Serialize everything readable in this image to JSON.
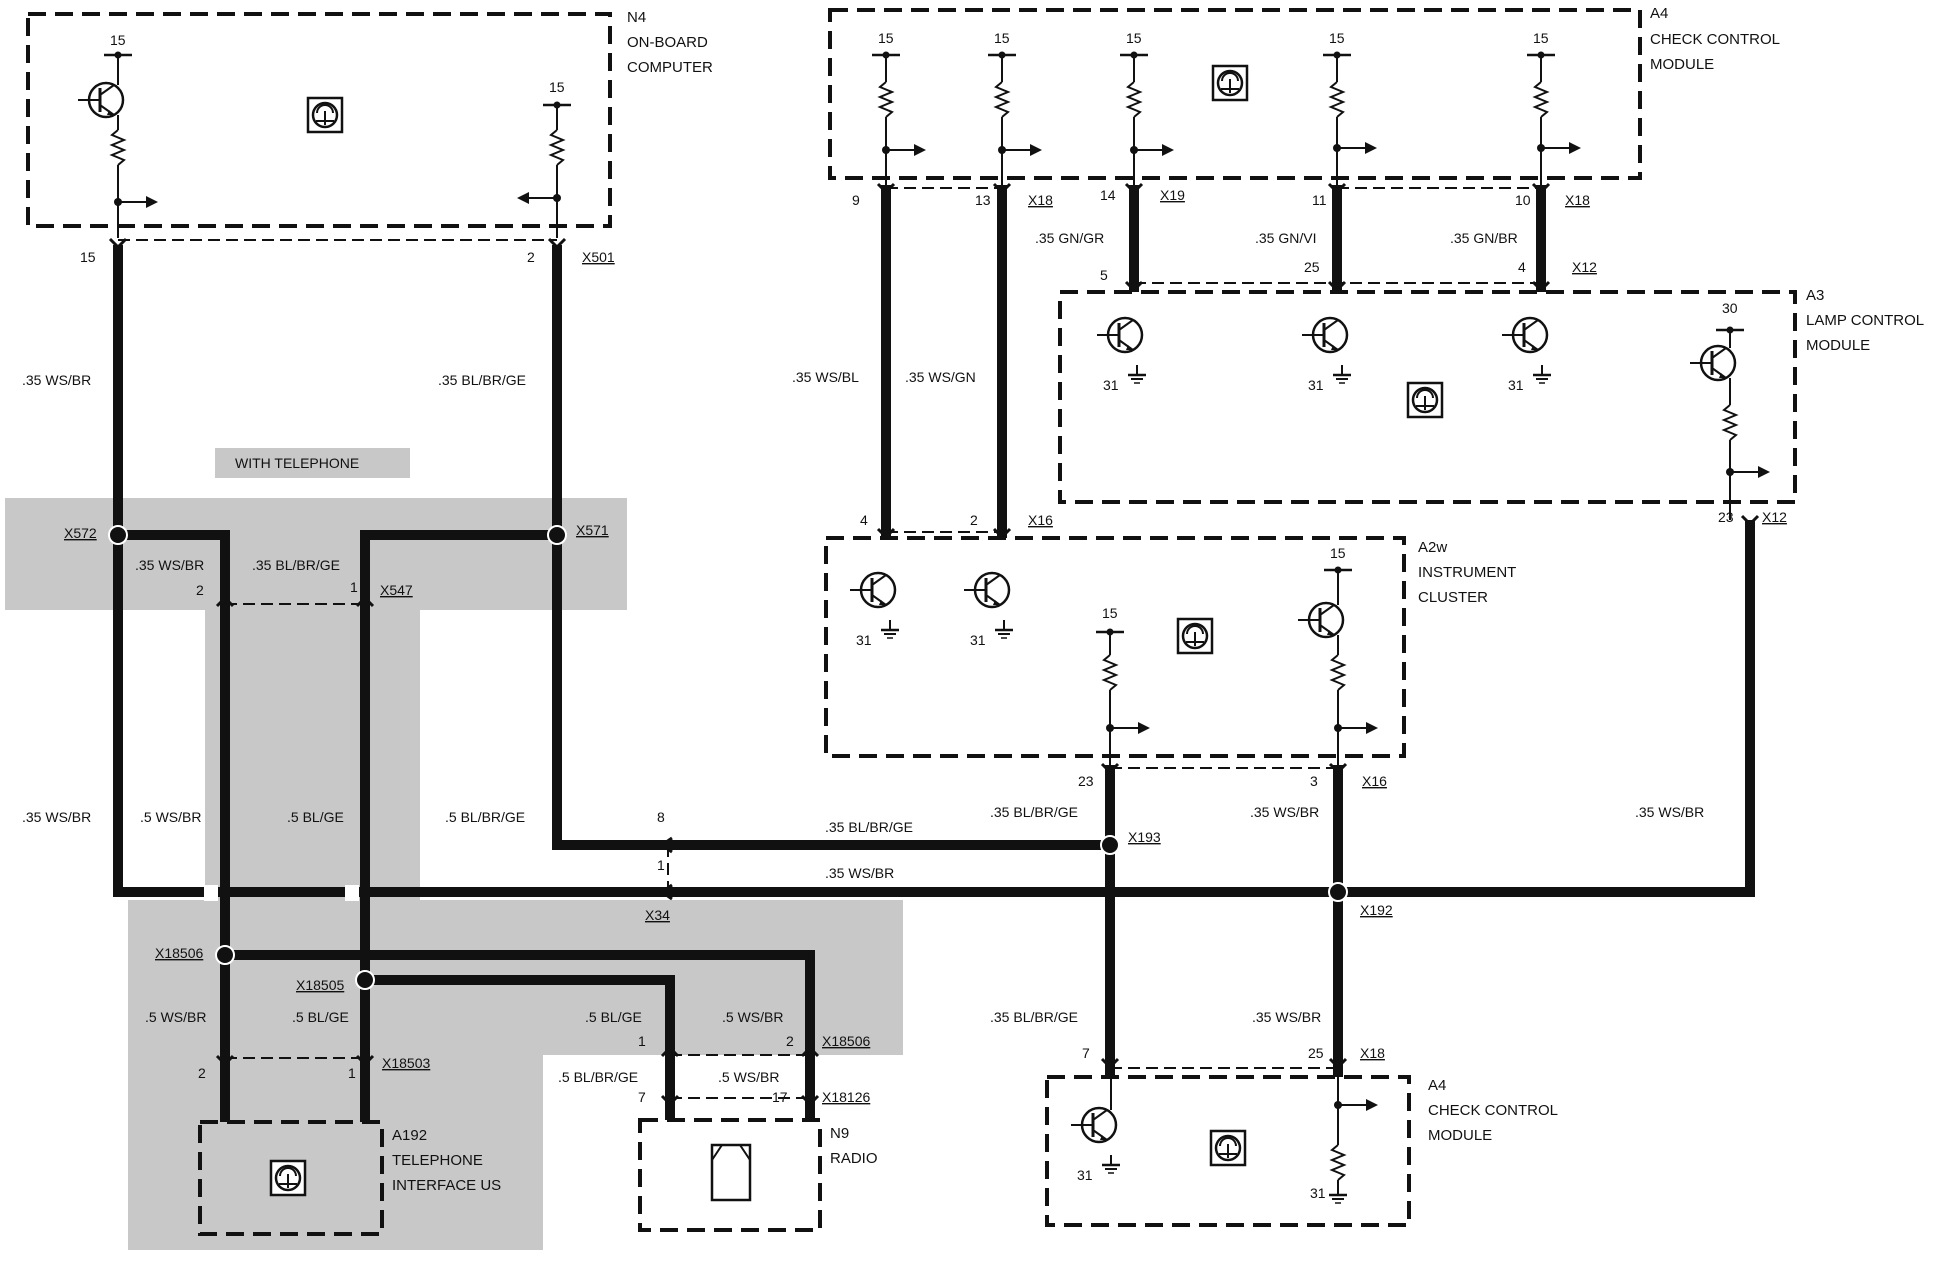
{
  "shade_color": "#c8c8c8",
  "option_label": "WITH TELEPHONE",
  "modules": {
    "n4": {
      "ref": "N4",
      "name1": "ON-BOARD",
      "name2": "COMPUTER",
      "icon": "control-module-icon"
    },
    "a4_top": {
      "ref": "A4",
      "name1": "CHECK CONTROL",
      "name2": "MODULE",
      "icon": "control-module-icon"
    },
    "a3": {
      "ref": "A3",
      "name1": "LAMP CONTROL",
      "name2": "MODULE",
      "icon": "control-module-icon"
    },
    "a2w": {
      "ref": "A2w",
      "name1": "INSTRUMENT",
      "name2": "CLUSTER",
      "icon": "control-module-icon"
    },
    "a192": {
      "ref": "A192",
      "name1": "TELEPHONE",
      "name2": "INTERFACE US",
      "icon": "control-module-icon"
    },
    "n9": {
      "ref": "N9",
      "name1": "RADIO",
      "icon": "radio-icon"
    },
    "a4_bot": {
      "ref": "A4",
      "name1": "CHECK CONTROL",
      "name2": "MODULE",
      "icon": "control-module-icon"
    }
  },
  "connectors": {
    "x501": "X501",
    "x18_a": "X18",
    "x19": "X19",
    "x18_b": "X18",
    "x12_a": "X12",
    "x12_b": "X12",
    "x16_a": "X16",
    "x572": "X572",
    "x571": "X571",
    "x547": "X547",
    "x16_b": "X16",
    "x193": "X193",
    "x34": "X34",
    "x192": "X192",
    "x18506": "X18506",
    "x18505": "X18505",
    "x18503": "X18503",
    "x18506b": "X18506",
    "x18126": "X18126",
    "x18_c": "X18"
  },
  "wires": {
    "n4_left": ".35 WS/BR",
    "n4_right": ".35 BL/BR/GE",
    "a4_9": ".35 WS/BL",
    "a4_13": ".35 WS/GN",
    "a4_14": ".35 GN/GR",
    "a4_11": ".35 GN/VI",
    "a4_10": ".35 GN/BR",
    "x572_out": ".35 WS/BR",
    "x571_out": ".35 BL/BR/GE",
    "left_low": ".35 WS/BR",
    "tel_left": ".5 WS/BR",
    "tel_right": ".5 BL/GE",
    "x571_low": ".5 BL/BR/GE",
    "pin8": ".35 BL/BR/GE",
    "pin1": ".35 WS/BR",
    "a2w_23": ".35 BL/BR/GE",
    "a2w_3": ".35 WS/BR",
    "a3_23": ".35 WS/BR",
    "tel_low_left": ".5 WS/BR",
    "tel_low_right": ".5 BL/GE",
    "radio_left_up": ".5 BL/GE",
    "radio_right_up": ".5 WS/BR",
    "radio_left_low": ".5 BL/BR/GE",
    "radio_right_low": ".5 WS/BR",
    "a4b_7": ".35 BL/BR/GE",
    "a4b_25": ".35 WS/BR"
  },
  "pins": {
    "n4_15": "15",
    "n4_2": "2",
    "n4_sup_l": "15",
    "n4_sup_r": "15",
    "a4_sup1": "15",
    "a4_sup2": "15",
    "a4_sup3": "15",
    "a4_sup4": "15",
    "a4_sup5": "15",
    "a4_9": "9",
    "a4_13": "13",
    "a4_14": "14",
    "a4_11": "11",
    "a4_10": "10",
    "a3_5": "5",
    "a3_25": "25",
    "a3_4": "4",
    "a3_30": "30",
    "a3_23": "23",
    "a3_g1": "31",
    "a3_g2": "31",
    "a3_g3": "31",
    "a2w_4": "4",
    "a2w_2": "2",
    "a2w_g1": "31",
    "a2w_g2": "31",
    "a2w_sup1": "15",
    "a2w_sup2": "15",
    "a2w_23": "23",
    "a2w_3": "3",
    "x572_2": "2",
    "x547_1": "1",
    "x34_8": "8",
    "x34_1": "1",
    "x18503_2": "2",
    "x18503_1": "1",
    "x18506_1": "1",
    "x18506_2": "2",
    "n9_7": "7",
    "n9_17": "17",
    "a4b_7": "7",
    "a4b_25": "25",
    "a4b_g1": "31",
    "a4b_g2": "31"
  }
}
